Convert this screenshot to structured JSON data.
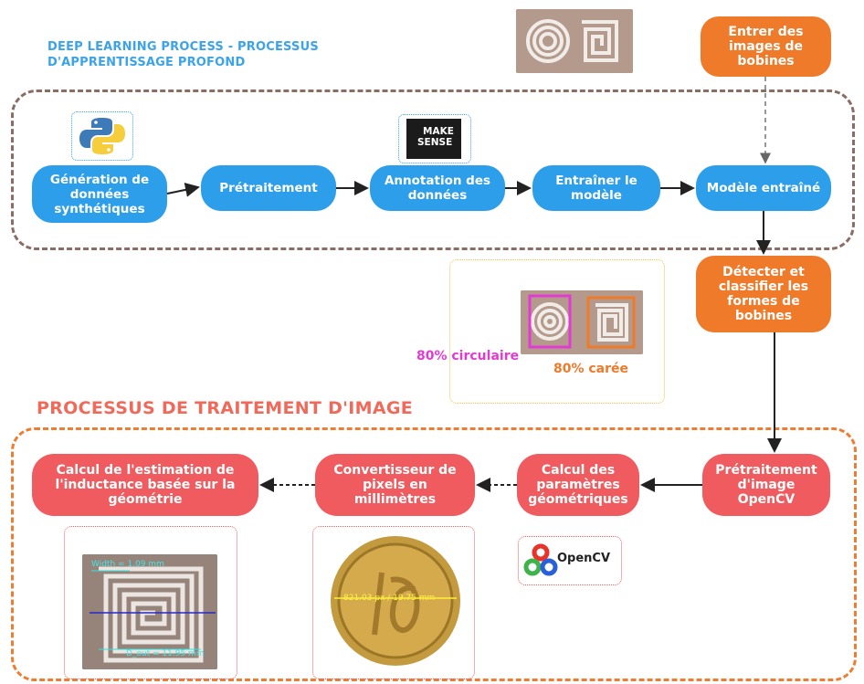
{
  "titles": {
    "deep_learning_line1": "DEEP LEARNING PROCESS - PROCESSUS",
    "deep_learning_line2": "D'APPRENTISSAGE PROFOND",
    "image_processing": "PROCESSUS DE TRAITEMENT D'IMAGE"
  },
  "nodes": {
    "input_images": "Entrer des images de bobines",
    "synthetic_data": "Génération de données synthétiques",
    "preprocessing": "Prétraitement",
    "annotation": "Annotation des données",
    "train": "Entraîner le modèle",
    "trained_model": "Modèle entraîné",
    "detect_classify": "Détecter et classifier les formes de bobines",
    "opencv_preprocess": "Prétraitement d'image OpenCV",
    "geom_params": "Calcul des paramètres géométriques",
    "px_to_mm": "Convertisseur de pixels en millimètres",
    "inductance": "Calcul de l'estimation de l'inductance basée sur la géométrie"
  },
  "logos": {
    "makesense_line1": "MAKE",
    "makesense_line2": "SENSE",
    "opencv": "OpenCV"
  },
  "detection": {
    "circular": "80% circulaire",
    "square": "80% carée"
  },
  "measurements": {
    "width": "Width = 1.09 mm",
    "d_out": "D_out = 11.95 mm",
    "coin": "821.03 px / 19.75 mm"
  },
  "colors": {
    "blue": "#2d9eea",
    "orange": "#ee7a2a",
    "red": "#ef5b5f",
    "brown_dash": "#8b6d65"
  }
}
